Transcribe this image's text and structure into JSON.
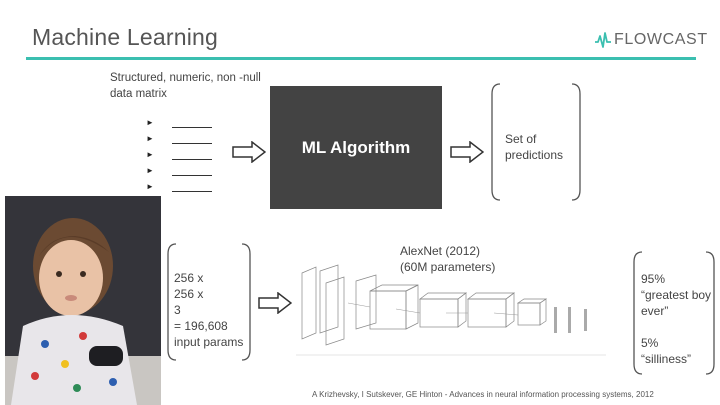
{
  "header": {
    "title": "Machine Learning",
    "brand": "FLOWCAST",
    "accent_color": "#3bbfb0"
  },
  "input_block": {
    "label": "Structured, numeric, non -null data matrix",
    "rows": 5
  },
  "algorithm": {
    "label": "ML Algorithm",
    "box_color": "#434343"
  },
  "output_block": {
    "label": "Set of predictions"
  },
  "example": {
    "photo": "child-photo",
    "input_lines": [
      "256 x",
      "256 x",
      "3",
      "= 196,608",
      "input params"
    ],
    "model_label": [
      "AlexNet (2012)",
      "(60M parameters)"
    ],
    "outputs": [
      "95%",
      "“greatest boy",
      "ever”",
      "",
      "5%",
      "“silliness”"
    ]
  },
  "citation": "A Krizhevsky, I Sutskever, GE Hinton - Advances in neural information processing systems, 2012",
  "icons": [
    "right-arrow-icon",
    "flowcast-logo-icon"
  ]
}
